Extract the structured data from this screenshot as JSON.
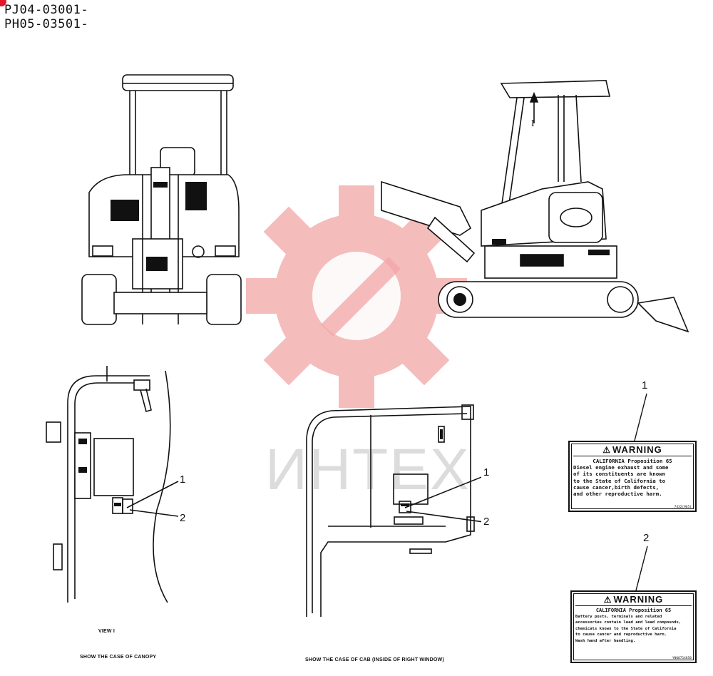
{
  "header": {
    "serial_1": "PJ04-03001-",
    "serial_2": "PH05-03501-"
  },
  "watermark": {
    "text": "ИНТЕХ",
    "color": "#f2a6a6"
  },
  "views": {
    "view_label": "VIEW I",
    "canopy_caption": "SHOW THE CASE OF CANOPY",
    "cab_caption": "SHOW THE CASE OF CAB (INSIDE OF RIGHT WINDOW)",
    "arrow_label": "I"
  },
  "callouts": {
    "canopy_1": "1",
    "canopy_2": "2",
    "cab_1": "1",
    "cab_2": "2",
    "label_1": "1",
    "label_2": "2"
  },
  "labels": [
    {
      "title": "WARNING",
      "lines": [
        "CALIFORNIA Proposition 65",
        "Diesel engine exhaust and some",
        "of its constituents are known",
        "to the State of California to",
        "cause cancer,birth defects,",
        "and other reproductive harm."
      ],
      "code": "7432(965)"
    },
    {
      "title": "WARNING",
      "lines": [
        "CALIFORNIA Proposition 65",
        "Battery posts, terminals and related",
        "accessories contain lead and lead compounds,",
        "chemicals known to the State of California",
        "to cause cancer and reproductive harm.",
        "Wash hand after handling."
      ],
      "code": "YN00714850"
    }
  ]
}
